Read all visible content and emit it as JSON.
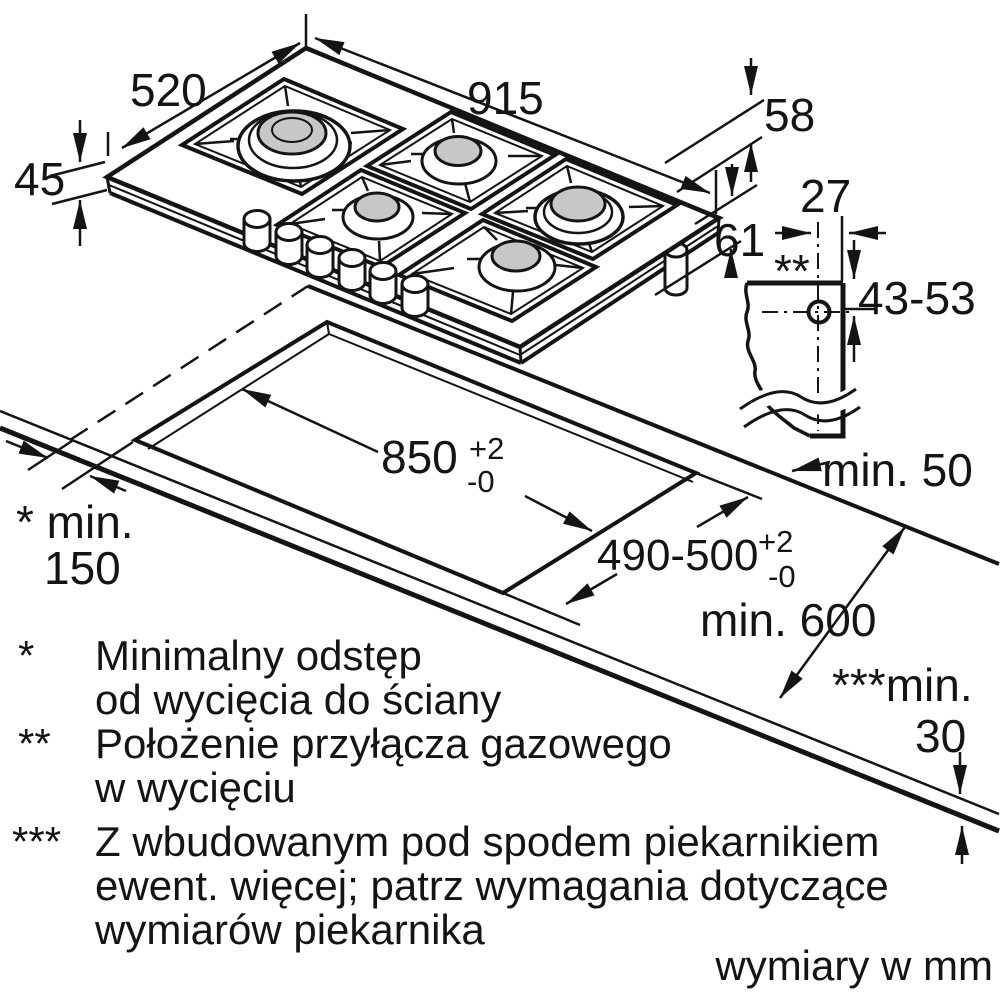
{
  "diagram": {
    "units_note": "wymiary w mm",
    "colors": {
      "line": "#141414",
      "burner_cap": "#c7c7c7",
      "background": "#ffffff"
    },
    "dims": {
      "hob_width": "915",
      "hob_depth": "520",
      "hob_height": "45",
      "edge_overhang": "58",
      "clearance_below_hob": "61",
      "gas_conn_offset": "27",
      "gas_conn_marker": "**",
      "gas_conn_depth": "43-53",
      "rear_clearance": "min. 50",
      "cutout_width": "850",
      "cutout_width_tol_plus": "+2",
      "cutout_width_tol_minus": "-0",
      "cutout_depth": "490-500",
      "cutout_depth_tol_plus": "+2",
      "cutout_depth_tol_minus": "-0",
      "worktop_depth": "min. 600",
      "side_clearance_label": "* min.",
      "side_clearance_value": "150",
      "worktop_thickness_label": "***min.",
      "worktop_thickness_value": "30"
    },
    "legend": {
      "rows": [
        {
          "marker": "*",
          "text": "Minimalny odstęp"
        },
        {
          "marker": "",
          "text": "od wycięcia do ściany"
        },
        {
          "marker": "**",
          "text": "Położenie przyłącza gazowego"
        },
        {
          "marker": "",
          "text": "w wycięciu"
        },
        {
          "marker": "***",
          "text": "Z wbudowanym pod spodem piekarnikiem"
        },
        {
          "marker": "",
          "text": "ewent. więcej; patrz wymagania dotyczące"
        },
        {
          "marker": "",
          "text": "wymiarów piekarnika"
        }
      ]
    }
  }
}
